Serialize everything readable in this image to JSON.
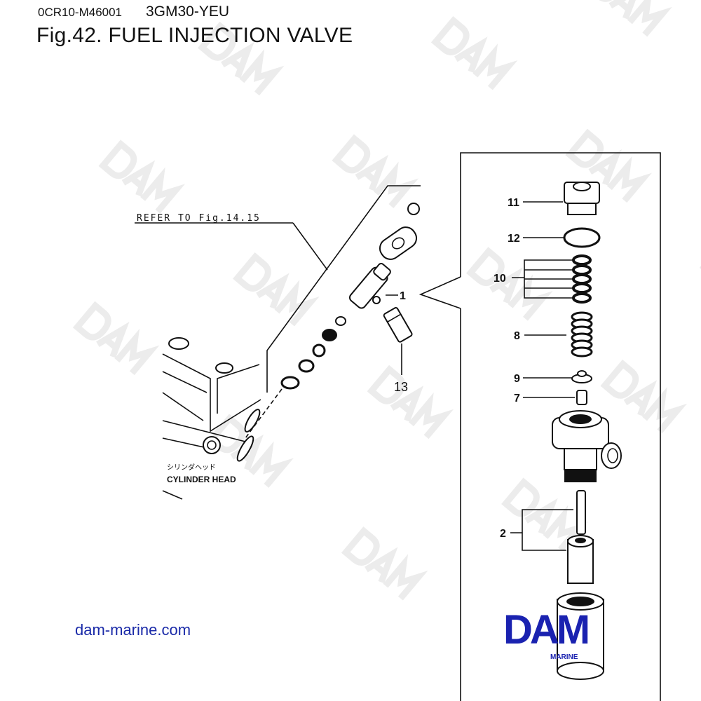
{
  "header": {
    "doc_code": "0CR10-M46001",
    "model": "3GM30-YEU",
    "title": "Fig.42.  FUEL INJECTION VALVE"
  },
  "diagram": {
    "reference_note": "REFER TO Fig.14.15",
    "cylinder_head_jp": "シリンダヘッド",
    "cylinder_head_en": "CYLINDER HEAD",
    "callouts": {
      "c1": "1",
      "c2": "2",
      "c7": "7",
      "c8": "8",
      "c9": "9",
      "c10": "10",
      "c11": "11",
      "c12": "12",
      "c13": "13"
    }
  },
  "watermark": {
    "text": "DAM"
  },
  "footer": {
    "website": "dam-marine.com",
    "logo_text": "DAM",
    "logo_subtext": "MARINE",
    "brand_color": "#1a22b0"
  }
}
